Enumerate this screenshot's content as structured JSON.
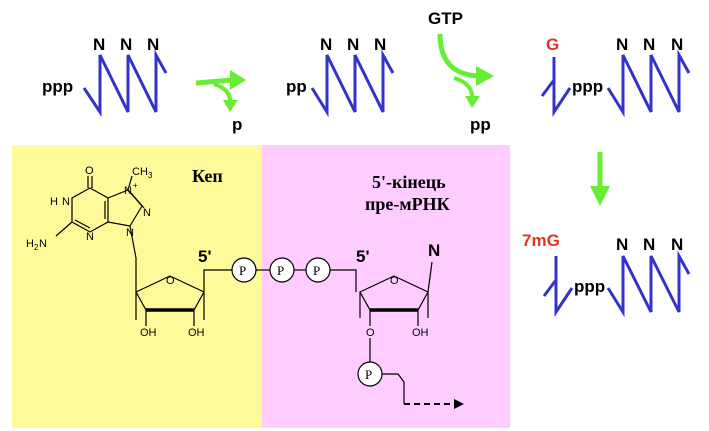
{
  "colors": {
    "backbone": "#3333cc",
    "arrow": "#66ee33",
    "highlight": "#e8321e",
    "cap_panel": "#fffa99",
    "premrna_panel": "#ffccff"
  },
  "step1": {
    "prefix": "ppp",
    "bases": [
      "N",
      "N",
      "N"
    ]
  },
  "arrow1": {
    "product": "p"
  },
  "step2": {
    "prefix": "pp",
    "bases": [
      "N",
      "N",
      "N"
    ]
  },
  "arrow2": {
    "reactant": "GTP",
    "product": "pp"
  },
  "step3": {
    "added": "G",
    "prefix": "ppp",
    "bases": [
      "N",
      "N",
      "N"
    ]
  },
  "step4": {
    "added": "7mG",
    "prefix": "ppp",
    "bases": [
      "N",
      "N",
      "N"
    ]
  },
  "cap_panel": {
    "title": "Кеп",
    "five_prime": "5'",
    "atoms": {
      "o_top": "O",
      "ch3": "CH",
      "ch3_sub": "3",
      "n_plus": "N",
      "plus": "+",
      "hn": "N",
      "h": "H",
      "h2n": "H",
      "h2n_sub": "2",
      "h2n_n": "N",
      "n_ring1": "N",
      "n_ring2": "N",
      "n_ring3": "N",
      "ring_o": "O",
      "oh1": "OH",
      "oh2": "OH"
    }
  },
  "premrna_panel": {
    "title_line1": "5'-кінець",
    "title_line2": "пре-мРНК",
    "five_prime": "5'",
    "base": "N",
    "atoms": {
      "ring_o": "O",
      "oh": "OH",
      "o3": "O"
    }
  },
  "phosphates": {
    "label": "P"
  }
}
